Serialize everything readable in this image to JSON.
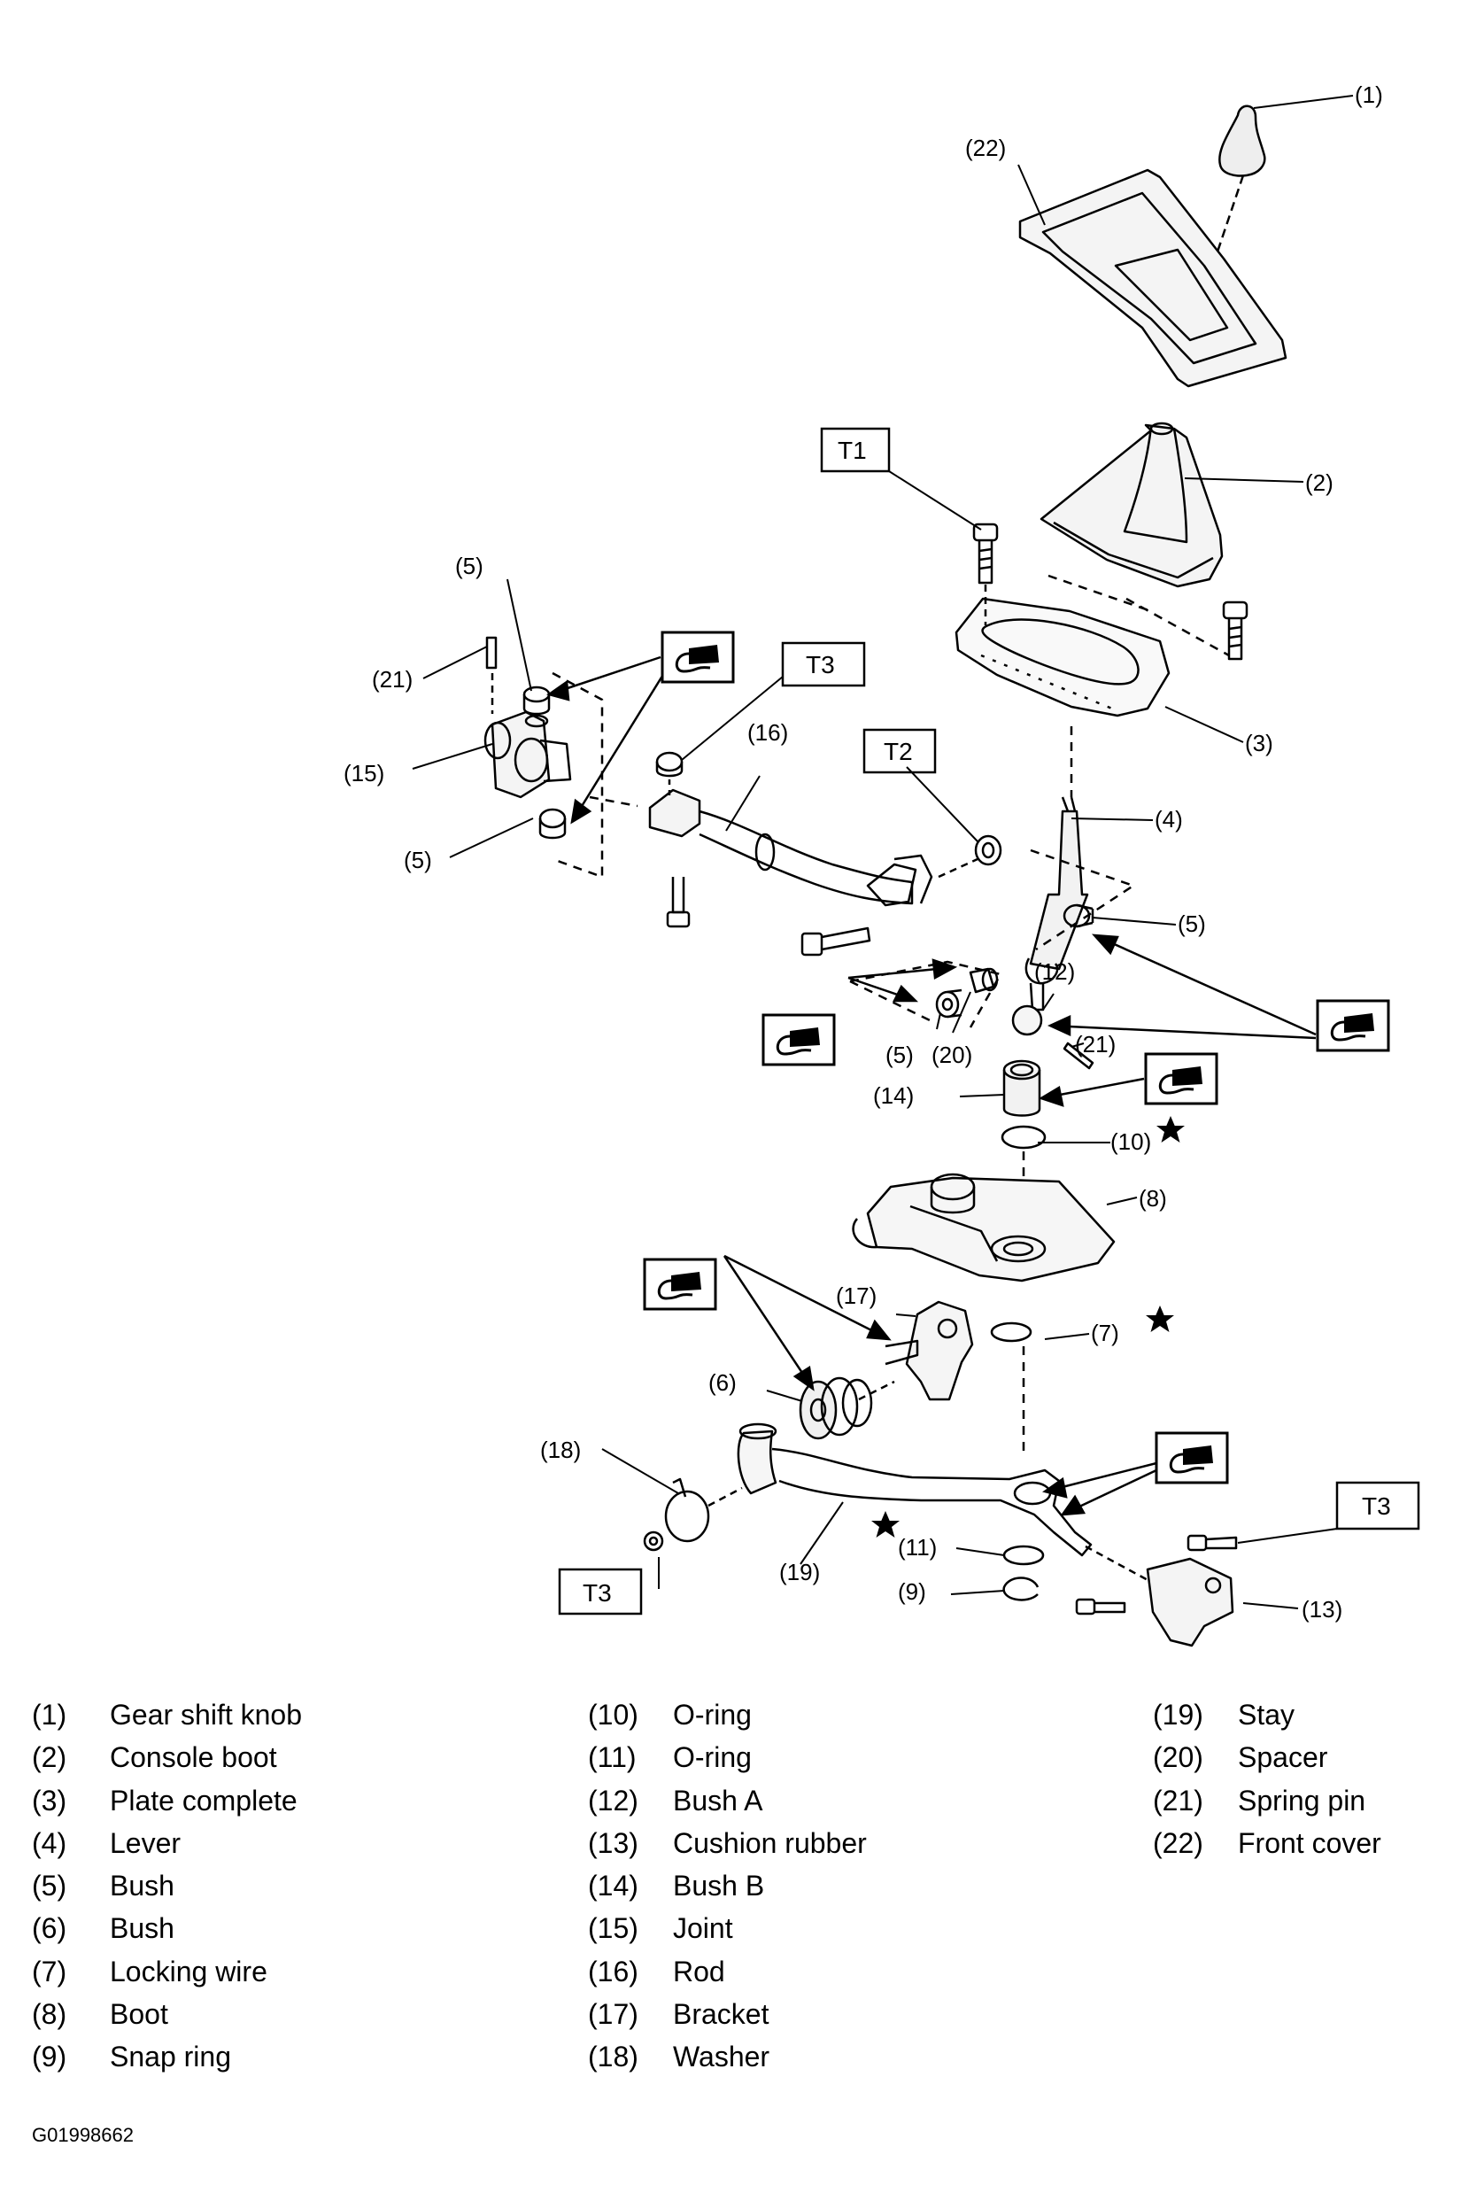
{
  "diagram": {
    "callouts": [
      "(1)",
      "(22)",
      "(2)",
      "T1",
      "(3)",
      "(4)",
      "(5)",
      "(12)",
      "(21)",
      "(14)",
      "(10)",
      "(8)",
      "(7)",
      "(5)",
      "(21)",
      "(15)",
      "(5)",
      "T3",
      "(16)",
      "T2",
      "(5)",
      "(20)",
      "(17)",
      "(6)",
      "(18)",
      "(19)",
      "(11)",
      "(9)",
      "T3",
      "T3",
      "(13)"
    ],
    "torque_labels": [
      "T1",
      "T2",
      "T3"
    ],
    "marker_icons": [
      "grease-icon",
      "star-icon"
    ]
  },
  "legend": {
    "col1": [
      {
        "num": "(1)",
        "name": "Gear shift knob"
      },
      {
        "num": "(2)",
        "name": "Console boot"
      },
      {
        "num": "(3)",
        "name": "Plate complete"
      },
      {
        "num": "(4)",
        "name": "Lever"
      },
      {
        "num": "(5)",
        "name": "Bush"
      },
      {
        "num": "(6)",
        "name": "Bush"
      },
      {
        "num": "(7)",
        "name": "Locking wire"
      },
      {
        "num": "(8)",
        "name": "Boot"
      },
      {
        "num": "(9)",
        "name": "Snap ring"
      }
    ],
    "col2": [
      {
        "num": "(10)",
        "name": "O-ring"
      },
      {
        "num": "(11)",
        "name": "O-ring"
      },
      {
        "num": "(12)",
        "name": "Bush A"
      },
      {
        "num": "(13)",
        "name": "Cushion rubber"
      },
      {
        "num": "(14)",
        "name": "Bush B"
      },
      {
        "num": "(15)",
        "name": "Joint"
      },
      {
        "num": "(16)",
        "name": "Rod"
      },
      {
        "num": "(17)",
        "name": "Bracket"
      },
      {
        "num": "(18)",
        "name": "Washer"
      }
    ],
    "col3": [
      {
        "num": "(19)",
        "name": "Stay"
      },
      {
        "num": "(20)",
        "name": "Spacer"
      },
      {
        "num": "(21)",
        "name": "Spring pin"
      },
      {
        "num": "(22)",
        "name": "Front cover"
      }
    ]
  },
  "figure_code": "G01998662"
}
